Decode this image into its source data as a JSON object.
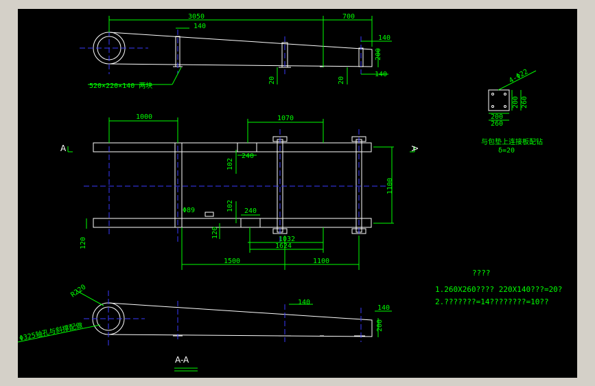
{
  "view_top": {
    "dims": {
      "d3050": "3050",
      "d700": "700",
      "d140a": "140",
      "d140b": "140",
      "d200": "200",
      "d140c": "140",
      "d20a": "20",
      "d20b": "20"
    },
    "note": "520×220×140   两块"
  },
  "view_plan": {
    "dims": {
      "d1000": "1000",
      "d1070": "1070",
      "d240": "240",
      "d102a": "102",
      "d1100": "1100",
      "d89": "Φ89",
      "d102b": "102",
      "d240b": "240",
      "d120a": "120",
      "d120b": "120",
      "d1032": "1032",
      "d1624": "1624",
      "d1500": "1500",
      "d1100b": "1100"
    },
    "section_left": "A",
    "section_right": "A"
  },
  "detail_plate": {
    "dim_4": "4-Φ22",
    "dim_200": "200",
    "dim_260": "260",
    "dim_200b": "200",
    "dim_260b": "260",
    "note1": "与包垫上连接板配钻",
    "note2": "δ=20"
  },
  "notes": {
    "title": "????",
    "line1": "1.260X260????  220X140???=20?",
    "line2": "2.???????=14????????=10??"
  },
  "view_side": {
    "dims": {
      "r220": "R220",
      "d140a": "140",
      "d140b": "140",
      "d200": "200"
    },
    "note": "Φ325轴孔与斜撑配做",
    "title": "A-A"
  }
}
